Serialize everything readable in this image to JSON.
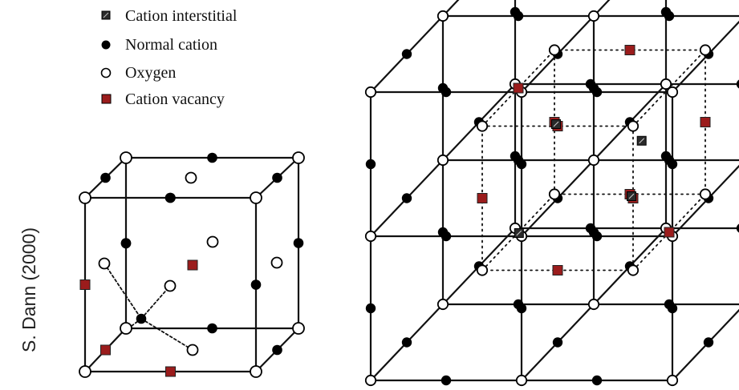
{
  "legend": {
    "items": [
      {
        "key": "cation_interstitial",
        "label": "Cation interstitial",
        "marker": "hatched-square",
        "color": "#2a2a2a"
      },
      {
        "key": "normal_cation",
        "label": "Normal cation",
        "marker": "filled-circle",
        "color": "#000000"
      },
      {
        "key": "oxygen",
        "label": "Oxygen",
        "marker": "open-circle",
        "color": "#ffffff"
      },
      {
        "key": "cation_vacancy",
        "label": "Cation vacancy",
        "marker": "filled-square",
        "color": "#9b1c1c"
      }
    ]
  },
  "credit": "S. Dann (2000)",
  "colors": {
    "line": "#111111",
    "vacancy": "#9b1c1c",
    "interstitial": "#2a2a2a",
    "cation": "#000000",
    "oxygen": "#ffffff"
  }
}
